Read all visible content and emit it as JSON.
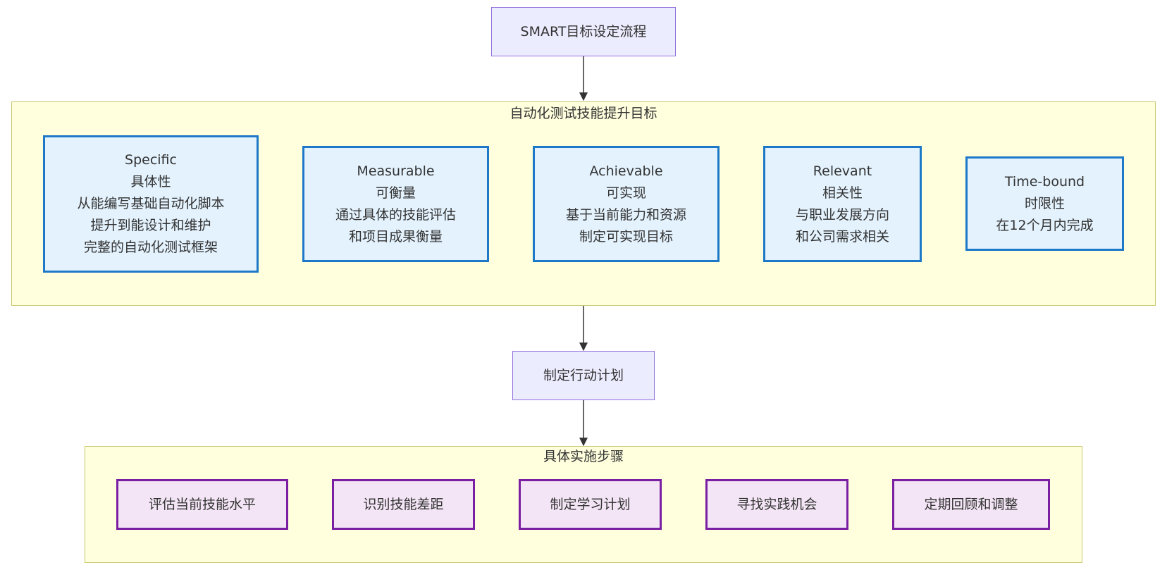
{
  "start_node": {
    "label": "SMART目标设定流程"
  },
  "smart_group": {
    "title": "自动化测试技能提升目标",
    "items": [
      {
        "lines": [
          "Specific",
          "具体性",
          "从能编写基础自动化脚本",
          "提升到能设计和维护",
          "完整的自动化测试框架"
        ]
      },
      {
        "lines": [
          "Measurable",
          "可衡量",
          "通过具体的技能评估",
          "和项目成果衡量"
        ]
      },
      {
        "lines": [
          "Achievable",
          "可实现",
          "基于当前能力和资源",
          "制定可实现目标"
        ]
      },
      {
        "lines": [
          "Relevant",
          "相关性",
          "与职业发展方向",
          "和公司需求相关"
        ]
      },
      {
        "lines": [
          "Time-bound",
          "时限性",
          "在12个月内完成"
        ]
      }
    ]
  },
  "action_node": {
    "label": "制定行动计划"
  },
  "steps_group": {
    "title": "具体实施步骤",
    "items": [
      {
        "label": "评估当前技能水平"
      },
      {
        "label": "识别技能差距"
      },
      {
        "label": "制定学习计划"
      },
      {
        "label": "寻找实践机会"
      },
      {
        "label": "定期回顾和调整"
      }
    ]
  },
  "colors": {
    "node_fill": "#ECECFF",
    "node_border": "#9370DB",
    "smart_fill": "#E3F2FD",
    "smart_border": "#1E78C8",
    "step_fill": "#F3E5F5",
    "step_border": "#7B1FA2",
    "cluster_fill": "#FFFFDE",
    "cluster_border": "#C8C86E",
    "edge": "#333333"
  }
}
